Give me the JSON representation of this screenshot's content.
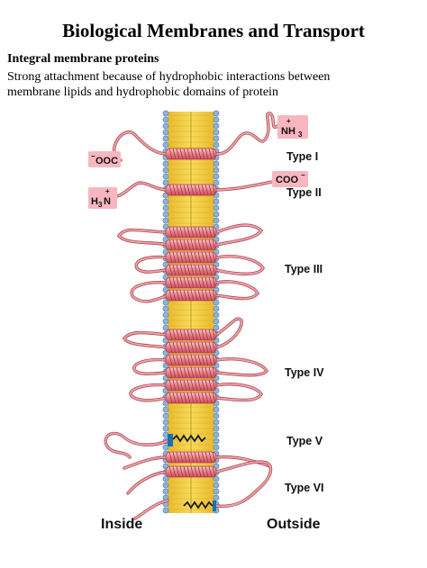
{
  "title": "Biological Membranes and Transport",
  "subheading": "Integral membrane proteins",
  "description_line1": "Strong attachment because of hydrophobic interactions between",
  "description_line2": "membrane lipids and hydrophobic domains of protein",
  "types": [
    "Type I",
    "Type II",
    "Type III",
    "Type IV",
    "Type V",
    "Type VI"
  ],
  "inside_label": "Inside",
  "outside_label": "Outside",
  "termini": {
    "nh3_main": "NH",
    "nh3_sub": "3",
    "nh3_charge": "+",
    "ooc_charge": "−",
    "ooc_main": "OOC",
    "coo_main": "COO",
    "coo_charge": "−",
    "h3n_main": "H",
    "h3n_sub": "3",
    "h3n_end": "N",
    "h3n_charge": "+"
  },
  "colors": {
    "lipid_tail": "#f2cf3b",
    "lipid_head": "#8fb3d6",
    "helix": "#d95f6a",
    "helix_light": "#f4b9bd",
    "strand": "#e07a80",
    "terminus_box": "#f7b6c0",
    "anchor": "#1b1b1b"
  }
}
